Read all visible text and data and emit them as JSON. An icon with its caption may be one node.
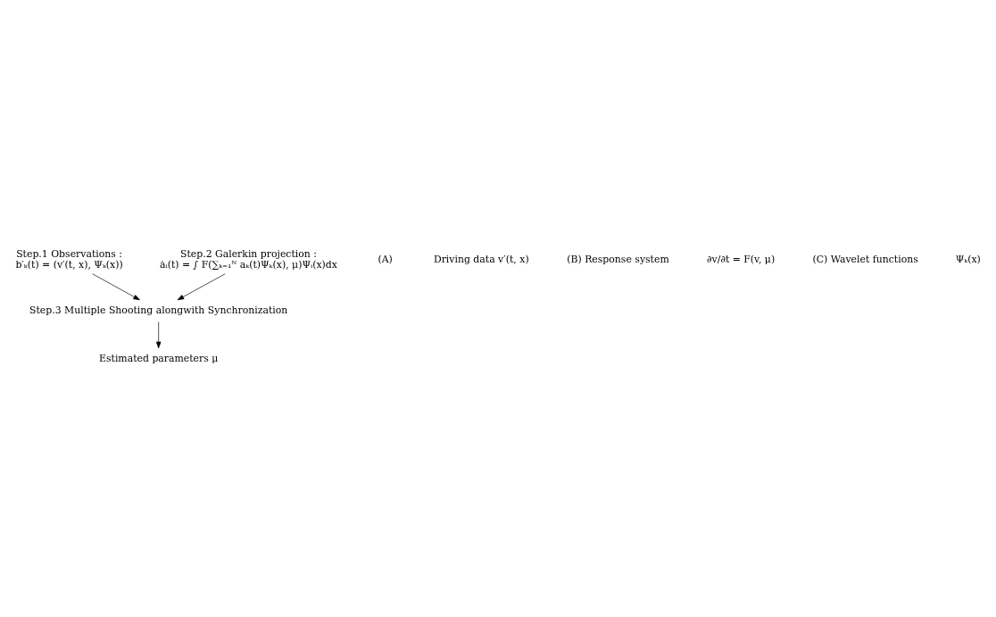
{
  "diagram": {
    "nodes": [
      {
        "text": [
          "Step.1 Observations :",
          "b′ₖ(t) = (v′(t, x), Ψₖ(x))"
        ]
      },
      {
        "text": [
          "Step.2 Galerkin projection :",
          "ȧᵢ(t) = ∫ F(∑ₖ₌₁ᴺ aₖ(t)Ψₖ(x), μ)Ψᵢ(x)dx"
        ]
      },
      {
        "text": [
          "Step.3 Multiple Shooting alongwith Synchronization"
        ]
      },
      {
        "text": [
          "Estimated parameters μ"
        ]
      }
    ],
    "edges": [
      {
        "from": 0,
        "to": 2,
        "arrow": "to"
      },
      {
        "from": 1,
        "to": 2,
        "arrow": "to"
      },
      {
        "from": 2,
        "to": 3,
        "arrow": "to"
      }
    ],
    "labels": [
      "(A)",
      "Driving data v′(t, x)",
      "(B) Response system",
      "∂v/∂t = F(v, μ)",
      "(C) Wavelet functions",
      "Ψₖ(x)"
    ]
  }
}
